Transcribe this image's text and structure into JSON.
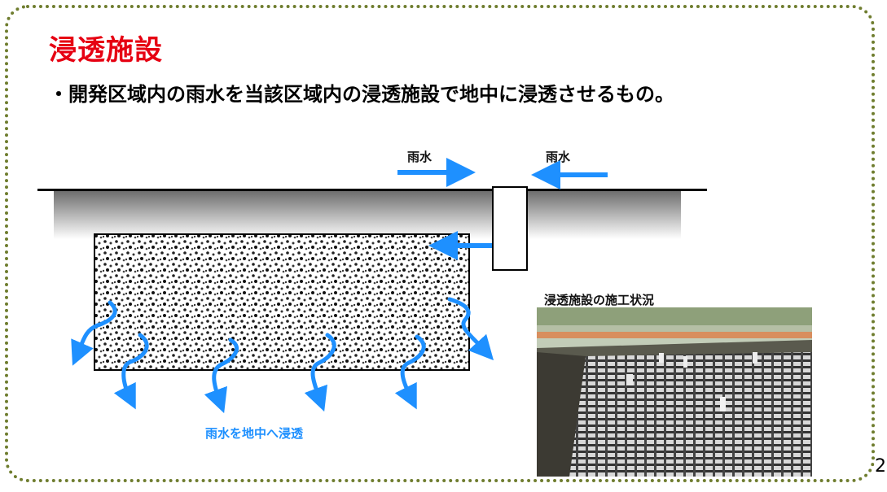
{
  "slide": {
    "title": "浸透施設",
    "bullet": "・開発区域内の雨水を当該区域内の浸透施設で地中に浸透させるもの。",
    "page_number": "2"
  },
  "diagram": {
    "rain_label_left": "雨水",
    "rain_label_right": "雨水",
    "infiltration_label": "雨水を地中へ浸透",
    "photo_caption": "浸透施設の施工状況"
  },
  "colors": {
    "title": "#e60012",
    "arrow": "#1e90ff",
    "frame": "#6f7d2f"
  }
}
